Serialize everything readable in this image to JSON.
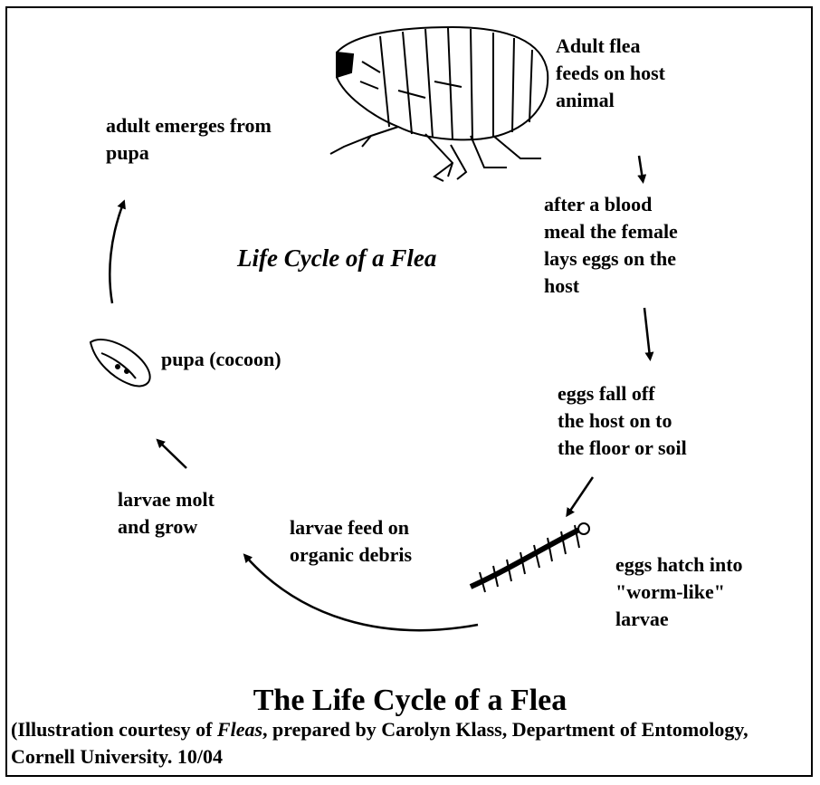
{
  "diagram": {
    "center_title": "Life Cycle of a Flea",
    "stages": {
      "adult_feeds": "Adult flea\nfeeds on host\nanimal",
      "blood_meal": "after a blood\nmeal the female\nlays eggs on the\nhost",
      "eggs_fall": "eggs fall off\nthe host on to\nthe floor or soil",
      "eggs_hatch": "eggs hatch into\n\"worm-like\"\nlarvae",
      "larvae_feed": "larvae feed on\norganic debris",
      "larvae_molt": "larvae molt\nand grow",
      "pupa": "pupa (cocoon)",
      "adult_emerges": "adult emerges from\npupa"
    }
  },
  "caption": {
    "title": "The Life Cycle of a Flea",
    "credit_prefix": "(Illustration courtesy of ",
    "credit_italic": "Fleas",
    "credit_suffix": ", prepared by Carolyn Klass, Department of Entomology, Cornell University. 10/04"
  }
}
